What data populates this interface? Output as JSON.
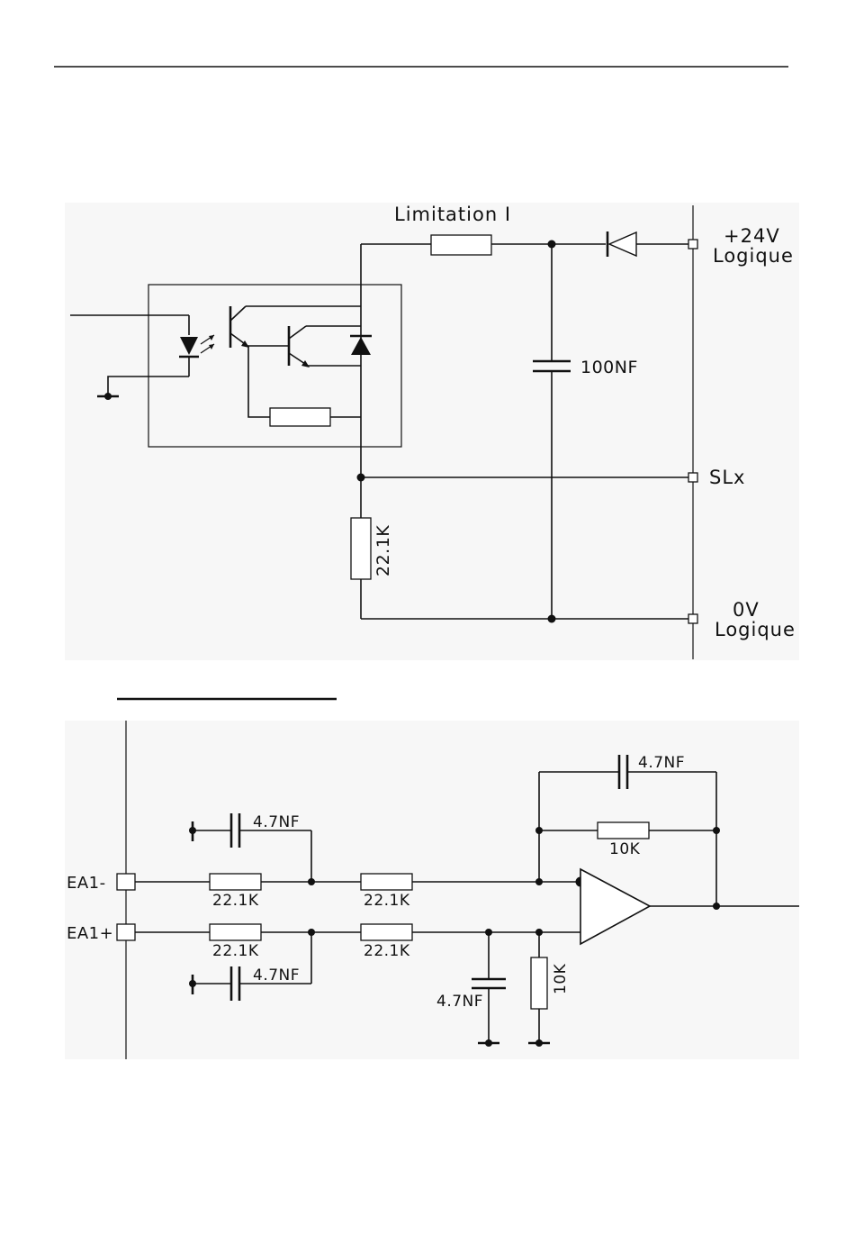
{
  "top_circuit": {
    "limitation_label": "Limitation I",
    "supply_label": "+24V",
    "supply_sublabel": "Logique",
    "cap_label": "100NF",
    "output_label": "SLx",
    "ground_label": "0V",
    "ground_sublabel": "Logique",
    "pulldown_resistor": "22.1K"
  },
  "bottom_circuit": {
    "input_minus": "EA1-",
    "input_plus": "EA1+",
    "cap_top_left": "4.7NF",
    "cap_bottom_left": "4.7NF",
    "cap_feedback": "4.7NF",
    "cap_shunt": "4.7NF",
    "r_minus_1": "22.1K",
    "r_minus_2": "22.1K",
    "r_plus_1": "22.1K",
    "r_plus_2": "22.1K",
    "r_feedback": "10K",
    "r_shunt": "10K"
  }
}
